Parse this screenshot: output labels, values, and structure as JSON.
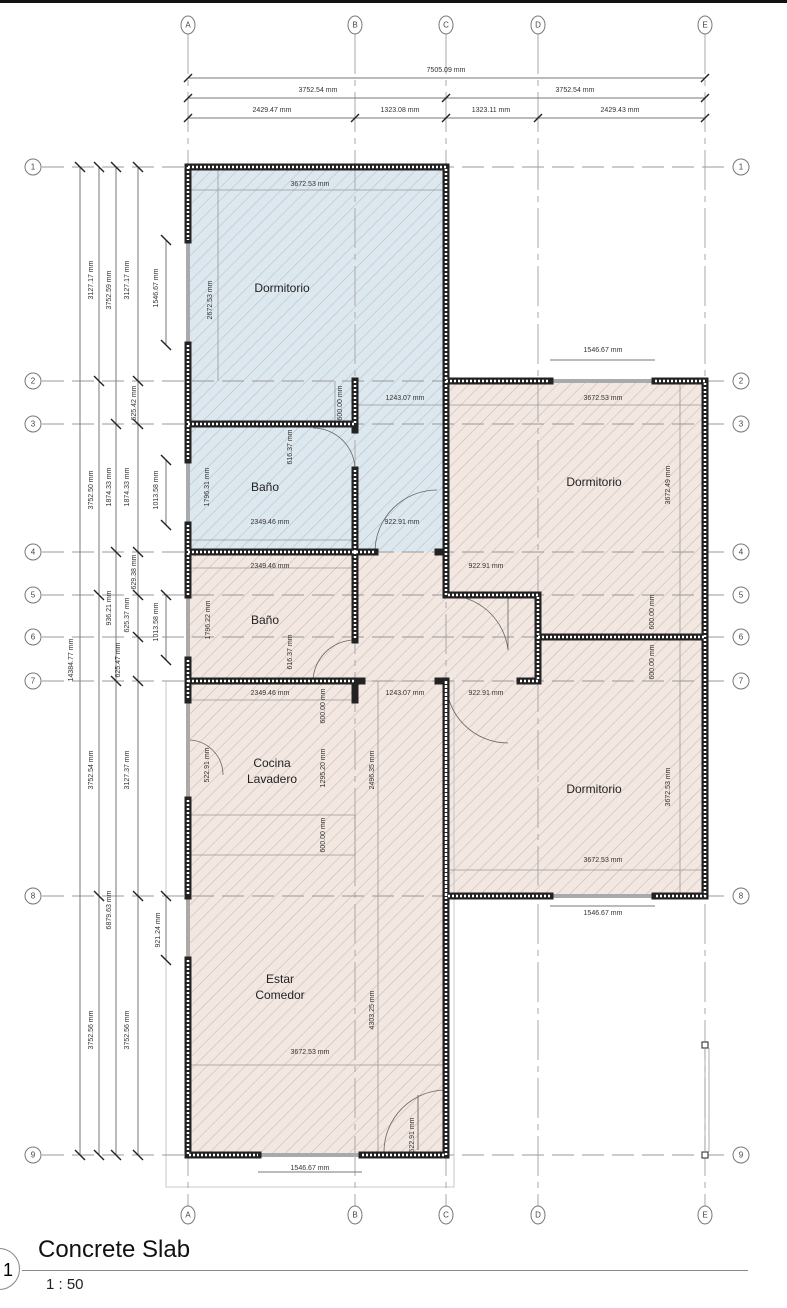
{
  "drawing": {
    "title": "Concrete Slab",
    "scale": "1 : 50",
    "view_number": "1"
  },
  "colors": {
    "blue_zone": "#dce8ef",
    "pink_zone": "#f3e7e1",
    "wall": "#222222",
    "hatch": "#b9a9a3"
  },
  "grid": {
    "columns": [
      "A",
      "B",
      "C",
      "D",
      "E"
    ],
    "rows": [
      "1",
      "2",
      "3",
      "4",
      "5",
      "6",
      "7",
      "8",
      "9"
    ]
  },
  "rooms": [
    "Dormitorio",
    "Baño",
    "Dormitorio",
    "Baño",
    "Cocina",
    "Lavadero",
    "Dormitorio",
    "Estar",
    "Comedor"
  ],
  "dims_top": [
    "7505.09 mm",
    "3752.54 mm",
    "3752.54 mm",
    "2429.47 mm",
    "1323.08 mm",
    "1323.11 mm",
    "2429.43 mm"
  ],
  "dims_left": [
    "3127.17 mm",
    "3752.59 mm",
    "3127.17 mm",
    "1546.67 mm",
    "625.42 mm",
    "3752.50 mm",
    "1874.33 mm",
    "1874.33 mm",
    "1013.58 mm",
    "629.38 mm",
    "936.21 mm",
    "625.37 mm",
    "1013.58 mm",
    "14384.77 mm",
    "625.47 mm",
    "3752.54 mm",
    "3127.37 mm",
    "6879.63 mm",
    "921.24 mm",
    "3752.56 mm",
    "3752.56 mm"
  ],
  "dims_interior": [
    "3672.53 mm",
    "2672.53 mm",
    "600.00 mm",
    "1243.07 mm",
    "1546.67 mm",
    "3672.53 mm",
    "616.37 mm",
    "1796.31 mm",
    "2349.46 mm",
    "922.91 mm",
    "3672.49 mm",
    "2349.46 mm",
    "922.91 mm",
    "1796.22 mm",
    "616.37 mm",
    "600.00 mm",
    "600.00 mm",
    "2349.46 mm",
    "1243.07 mm",
    "922.91 mm",
    "600.00 mm",
    "522.91 mm",
    "1295.20 mm",
    "2496.35 mm",
    "600.00 mm",
    "3672.53 mm",
    "3672.53 mm",
    "1546.67 mm",
    "4303.25 mm",
    "3672.53 mm",
    "522.91 mm",
    "1546.67 mm"
  ]
}
